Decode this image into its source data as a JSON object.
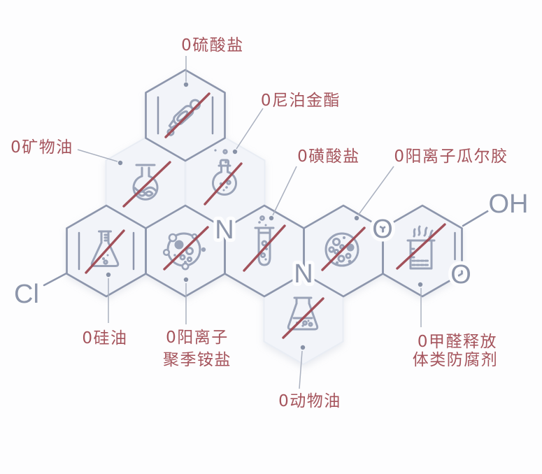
{
  "palette": {
    "bg": "#fdfdfe",
    "tile_fill": "#f2f4f9",
    "tile_edge": "#e9edf4",
    "bond": "#8d96ac",
    "icon": "#9aa3b8",
    "letter": "#8c95aa",
    "red_line": "#9d4851",
    "label": "#a5545c",
    "pointer": "#a9b0bf",
    "pointer_dot": "#8791a6"
  },
  "atoms": {
    "n1": "N",
    "n2": "N",
    "o_ring": "O",
    "o_carbonyl": "O",
    "oh": "OH",
    "cl": "Cl"
  },
  "labels": {
    "sulfate": "0硫酸盐",
    "paraben": "0尼泊金酯",
    "mineral_oil": "0矿物油",
    "sulfonate": "0磺酸盐",
    "cationic_guar": "0阳离子瓜尔胶",
    "silicone_oil": "0硅油",
    "polyquat_line1": "0阳离子",
    "polyquat_line2": "聚季铵盐",
    "animal_oil": "0动物油",
    "formaldehyde_line1": "0甲醛释放",
    "formaldehyde_line2": "体类防腐剂"
  }
}
